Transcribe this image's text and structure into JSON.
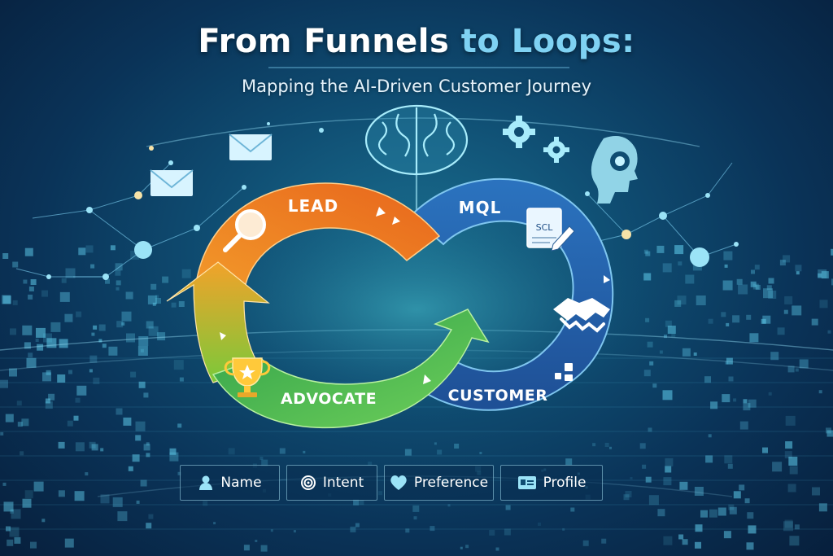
{
  "title": {
    "part1": "From Funnels ",
    "part2": "to Loops:"
  },
  "subtitle": "Mapping the AI-Driven Customer Journey",
  "stages": {
    "lead": "LEAD",
    "mql": "MQL",
    "customer": "CUSTOMER",
    "advocate": "ADVOCATE"
  },
  "document_badge": "SCL",
  "legend": [
    {
      "label": "Name",
      "icon": "person-icon"
    },
    {
      "label": "Intent",
      "icon": "target-icon"
    },
    {
      "label": "Preference",
      "icon": "heart-icon"
    },
    {
      "label": "Profile",
      "icon": "id-card-icon"
    }
  ],
  "colors": {
    "orange": "#ef7f22",
    "blue": "#2f7fc6",
    "green": "#3fb24a",
    "accent": "#7fd2f3"
  }
}
